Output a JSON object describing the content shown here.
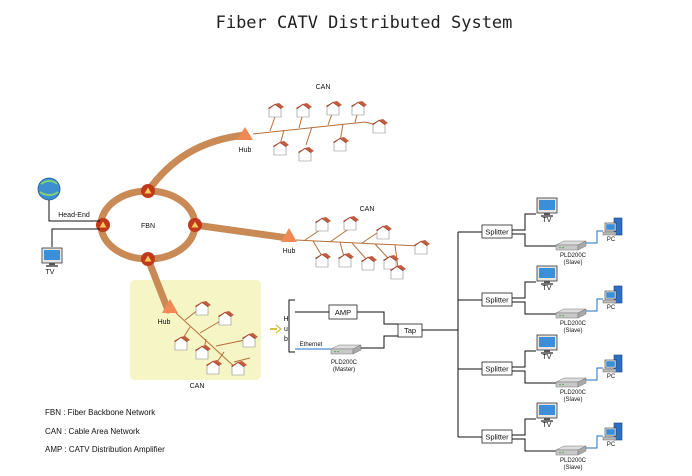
{
  "title": "Fiber CATV Distributed System",
  "labels": {
    "can_top": "CAN",
    "can_mid": "CAN",
    "can_bottom": "CAN",
    "hub_top": "Hub",
    "hub_mid": "Hub",
    "hub_bottom": "Hub",
    "fbn": "FBN",
    "head_end": "Head-End",
    "tv_left": "TV",
    "hub_vertical": [
      "H",
      "u",
      "b"
    ],
    "amp": "AMP",
    "tap": "Tap",
    "ethernet": "Ethernet",
    "master_name": "PLD200C",
    "master_role": "(Master)"
  },
  "branches": [
    {
      "splitter": "Splitter",
      "tv": "TV",
      "pc": "PC",
      "device": "PLD200C",
      "role": "(Slave)"
    },
    {
      "splitter": "Splitter",
      "tv": "TV",
      "pc": "PC",
      "device": "PLD200C",
      "role": "(Slave)"
    },
    {
      "splitter": "Splitter",
      "tv": "TV",
      "pc": "PC",
      "device": "PLD200C",
      "role": "(Slave)"
    },
    {
      "splitter": "Splitter",
      "tv": "TV",
      "pc": "PC",
      "device": "PLD200C",
      "role": "(Slave)"
    }
  ],
  "legend": [
    "FBN : Fiber Backbone Network",
    "CAN : Cable Area Network",
    "AMP : CATV Distribution Amplifier"
  ],
  "colors": {
    "fiber": "#c98a55",
    "node": "#c0391b",
    "hub": "#f08a55",
    "can_highlight": "#f6f5c6",
    "roof": "#a8432a"
  },
  "icons": [
    "satellite-dish-icon",
    "tv-icon",
    "pc-icon",
    "house-icon",
    "modem-icon",
    "arrow-icon"
  ]
}
